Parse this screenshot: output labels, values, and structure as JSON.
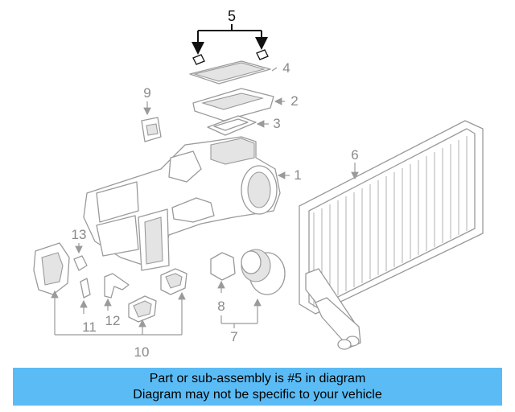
{
  "diagram": {
    "callouts": [
      "1",
      "2",
      "3",
      "4",
      "5",
      "6",
      "7",
      "8",
      "9",
      "10",
      "11",
      "12",
      "13"
    ],
    "highlight_color": "#111111",
    "part_color": "#9a9a9a"
  },
  "banner": {
    "line1": "Part or sub-assembly is #5 in diagram",
    "line2": "Diagram may not be specific to your vehicle",
    "background": "#5bbcf5"
  }
}
